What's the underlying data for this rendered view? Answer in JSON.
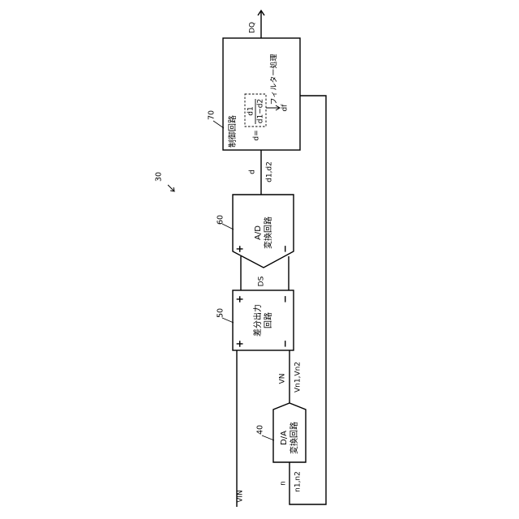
{
  "figure": {
    "ref": "30"
  },
  "blocks": {
    "control": {
      "ref": "70",
      "name": "制御回路",
      "formula_lhs": "d=",
      "formula_num": "d1",
      "formula_den": "d1−d2",
      "filter_note": "フィルター処理",
      "filtered_symbol": "df"
    },
    "adc": {
      "ref": "60",
      "line1": "A/D",
      "line2": "変換回路",
      "plus": "+",
      "minus": "−"
    },
    "diff": {
      "ref": "50",
      "line1": "差分出力",
      "line2": "回路",
      "plus_top": "+",
      "plus_bottom": "+",
      "minus_top": "−",
      "minus_bottom": "−"
    },
    "dac": {
      "ref": "40",
      "line1": "D/A",
      "line2": "変換回路"
    }
  },
  "signals": {
    "dq": "DQ",
    "d": "d",
    "d12": "d1,d2",
    "ds": "DS",
    "vn": "VN",
    "vn12": "Vn1,Vn2",
    "n": "n",
    "n12": "n1,n2",
    "vin": "VIN"
  }
}
